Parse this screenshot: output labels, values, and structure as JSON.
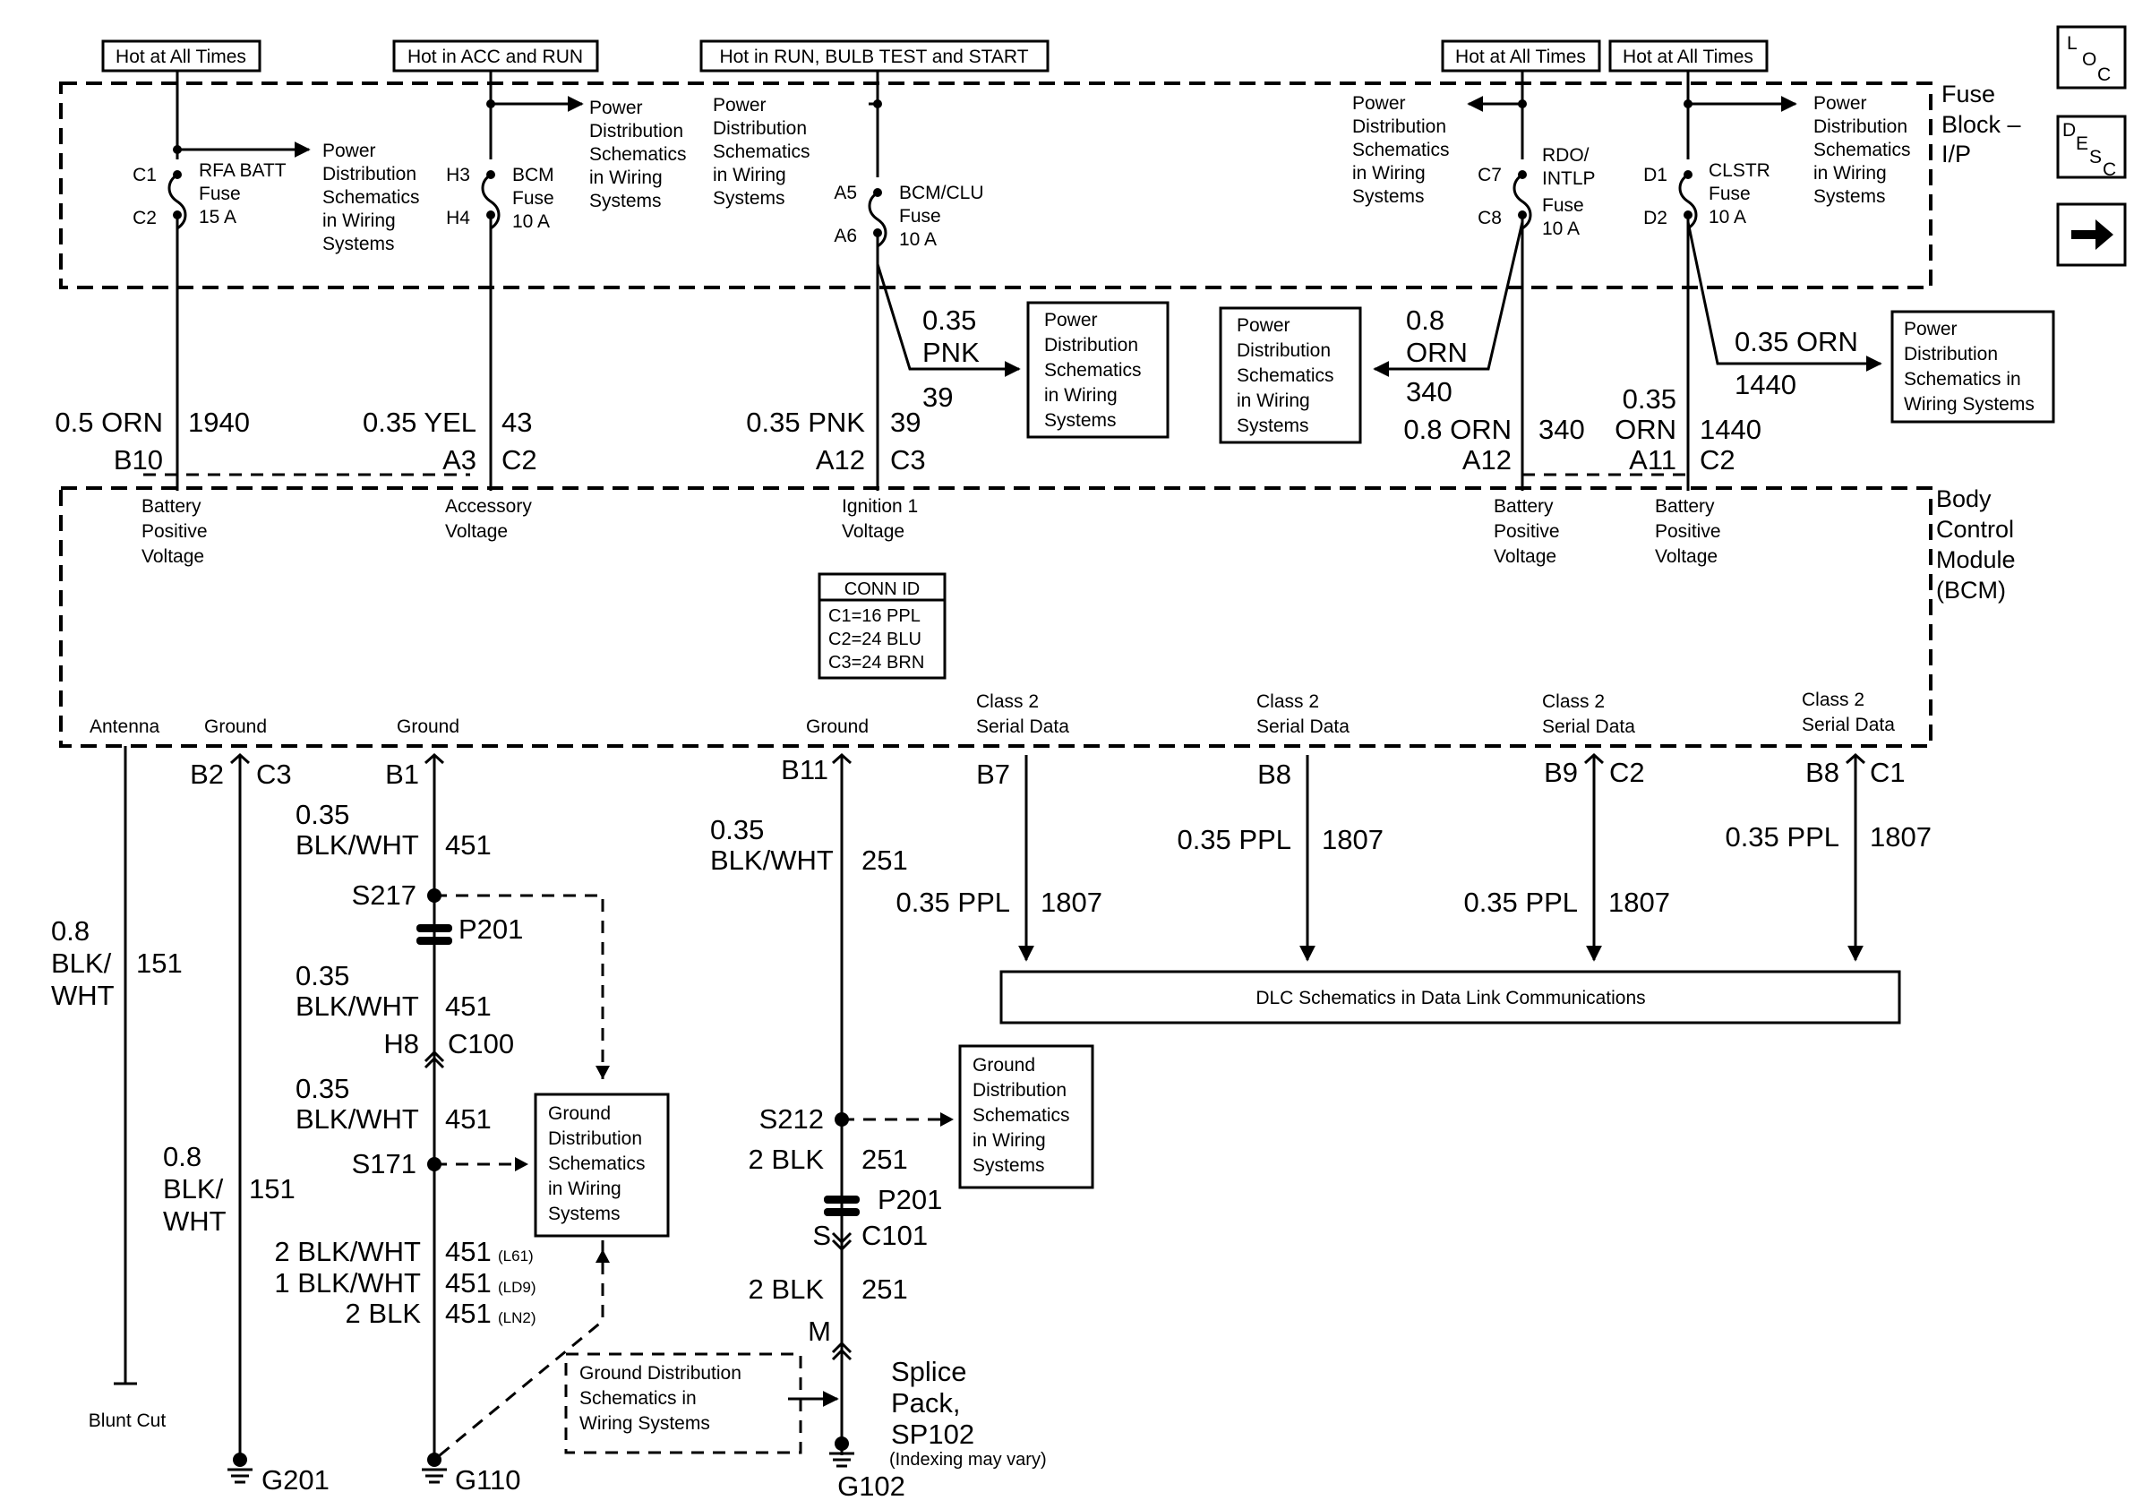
{
  "power_sources": {
    "hot1": "Hot at All Times",
    "acc_run": "Hot in ACC and RUN",
    "run_bulb_start": "Hot in RUN, BULB TEST and START",
    "hot2": "Hot at All Times",
    "hot3": "Hot at All Times"
  },
  "side_icons": [
    "LOC",
    "DESC",
    "next-arrow"
  ],
  "fuse_block": {
    "title": [
      "Fuse",
      "Block –",
      "I/P"
    ],
    "fuses": [
      {
        "name": [
          "RFA BATT",
          "Fuse",
          "15 A"
        ],
        "pins": [
          "C1",
          "C2"
        ]
      },
      {
        "name": [
          "BCM",
          "Fuse",
          "10 A"
        ],
        "pins": [
          "H3",
          "H4"
        ]
      },
      {
        "name": [
          "BCM/CLU",
          "Fuse",
          "10 A"
        ],
        "pins": [
          "A5",
          "A6"
        ]
      },
      {
        "name": [
          "RDO/",
          "INTLP",
          "Fuse",
          "10 A"
        ],
        "pins": [
          "C7",
          "C8"
        ]
      },
      {
        "name": [
          "CLSTR",
          "Fuse",
          "10 A"
        ],
        "pins": [
          "D1",
          "D2"
        ]
      }
    ],
    "power_refs": [
      [
        "Power",
        "Distribution",
        "Schematics",
        "in Wiring",
        "Systems"
      ],
      [
        "Power",
        "Distribution",
        "Schematics",
        "in Wiring",
        "Systems"
      ],
      [
        "Power",
        "Distribution",
        "Schematics",
        "in Wiring",
        "Systems"
      ],
      [
        "Power",
        "Distribution",
        "Schematics",
        "in Wiring",
        "Systems"
      ],
      [
        "Power",
        "Distribution",
        "Schematics",
        "in Wiring",
        "Systems"
      ]
    ]
  },
  "boxes": {
    "pink_ref": [
      "Power",
      "Distribution",
      "Schematics",
      "in Wiring",
      "Systems"
    ],
    "orn_ref": [
      "Power",
      "Distribution",
      "Schematics",
      "in Wiring",
      "Systems"
    ],
    "right_ref": [
      "Power",
      "Distribution",
      "Schematics in",
      "Wiring Systems"
    ],
    "ground_a": [
      "Ground",
      "Distribution",
      "Schematics",
      "in Wiring",
      "Systems"
    ],
    "ground_b": [
      "Ground",
      "Distribution",
      "Schematics",
      "in Wiring",
      "Systems"
    ],
    "ground_c": [
      "Ground Distribution",
      "Schematics in",
      "Wiring Systems"
    ],
    "dlc": "DLC Schematics in Data Link Communications"
  },
  "upper_wires": {
    "w1940": {
      "size": "0.5 ORN",
      "circuit": "1940",
      "pin": "B10"
    },
    "w43": {
      "size": "0.35 YEL",
      "circuit": "43",
      "pin": "A3",
      "conn": "C2"
    },
    "w39": {
      "size": "0.35 PNK",
      "circuit": "39",
      "pin": "A12",
      "conn": "C3"
    },
    "w39b": {
      "size": [
        "0.35",
        "PNK"
      ],
      "circuit": "39"
    },
    "w340a": {
      "size": [
        "0.8",
        "ORN"
      ],
      "circuit": "340"
    },
    "w340b": {
      "size": "0.8 ORN",
      "circuit": "340",
      "pin": "A12"
    },
    "w1440a": {
      "size": "0.35 ORN",
      "circuit": "1440"
    },
    "w1440b": {
      "size": [
        "0.35",
        "ORN"
      ],
      "circuit": "1440",
      "pin": "A11",
      "conn": "C2"
    }
  },
  "bcm": {
    "title": [
      "Body",
      "Control",
      "Module",
      "(BCM)"
    ],
    "inputs": {
      "batt1": [
        "Battery",
        "Positive",
        "Voltage"
      ],
      "acc": [
        "Accessory",
        "Voltage"
      ],
      "ign": [
        "Ignition 1",
        "Voltage"
      ],
      "batt2": [
        "Battery",
        "Positive",
        "Voltage"
      ],
      "batt3": [
        "Battery",
        "Positive",
        "Voltage"
      ]
    },
    "conn_id": [
      "CONN ID",
      "C1=16 PPL",
      "C2=24 BLU",
      "C3=24 BRN"
    ],
    "outputs": {
      "antenna": "Antenna",
      "ground1": "Ground",
      "ground2": "Ground",
      "ground3": "Ground",
      "class2": [
        "Class 2",
        "Serial Data"
      ]
    }
  },
  "lower": {
    "pins": {
      "b2": "B2",
      "c3": "C3",
      "b1": "B1",
      "b11": "B11",
      "b7": "B7",
      "b8a": "B8",
      "b9": "B9",
      "c2": "C2",
      "b8b": "B8",
      "c1": "C1"
    },
    "antenna_wire": {
      "size": [
        "0.8",
        "BLK/",
        "WHT"
      ],
      "circuit": "151",
      "end": "Blunt Cut"
    },
    "ground_wire_151": {
      "size": [
        "0.8",
        "BLK/",
        "WHT"
      ],
      "circuit": "151"
    },
    "data_wires": [
      {
        "size": "0.35 PPL",
        "circuit": "1807"
      },
      {
        "size": "0.35 PPL",
        "circuit": "1807"
      },
      {
        "size": "0.35 PPL",
        "circuit": "1807"
      },
      {
        "size": "0.35 PPL",
        "circuit": "1807"
      }
    ],
    "g110_path": {
      "w1": {
        "size": [
          "0.35",
          "BLK/WHT"
        ],
        "circuit": "451"
      },
      "splice1": "S217",
      "p201": "P201",
      "w2": {
        "size": [
          "0.35",
          "BLK/WHT"
        ],
        "circuit": "451"
      },
      "conn": {
        "pin": "H8",
        "name": "C100"
      },
      "w3": {
        "size": [
          "0.35",
          "BLK/WHT"
        ],
        "circuit": "451"
      },
      "splice2": "S171",
      "options": [
        {
          "size": "2 BLK/WHT",
          "circuit": "451",
          "option": "(L61)"
        },
        {
          "size": "1 BLK/WHT",
          "circuit": "451",
          "option": "(LD9)"
        },
        {
          "size": "2 BLK",
          "circuit": "451",
          "option": "(LN2)"
        }
      ]
    },
    "g102_path": {
      "w1": {
        "size": [
          "0.35",
          "BLK/WHT"
        ],
        "circuit": "251"
      },
      "splice": "S212",
      "w2": {
        "size": "2 BLK",
        "circuit": "251"
      },
      "p201": "P201",
      "conn": {
        "pin": "S",
        "name": "C101"
      },
      "w3": {
        "size": "2 BLK",
        "circuit": "251"
      },
      "pin_m": "M",
      "splice_pack": [
        "Splice",
        "Pack,",
        "SP102",
        "(Indexing may vary)"
      ]
    },
    "grounds": [
      "G201",
      "G110",
      "G102"
    ]
  }
}
